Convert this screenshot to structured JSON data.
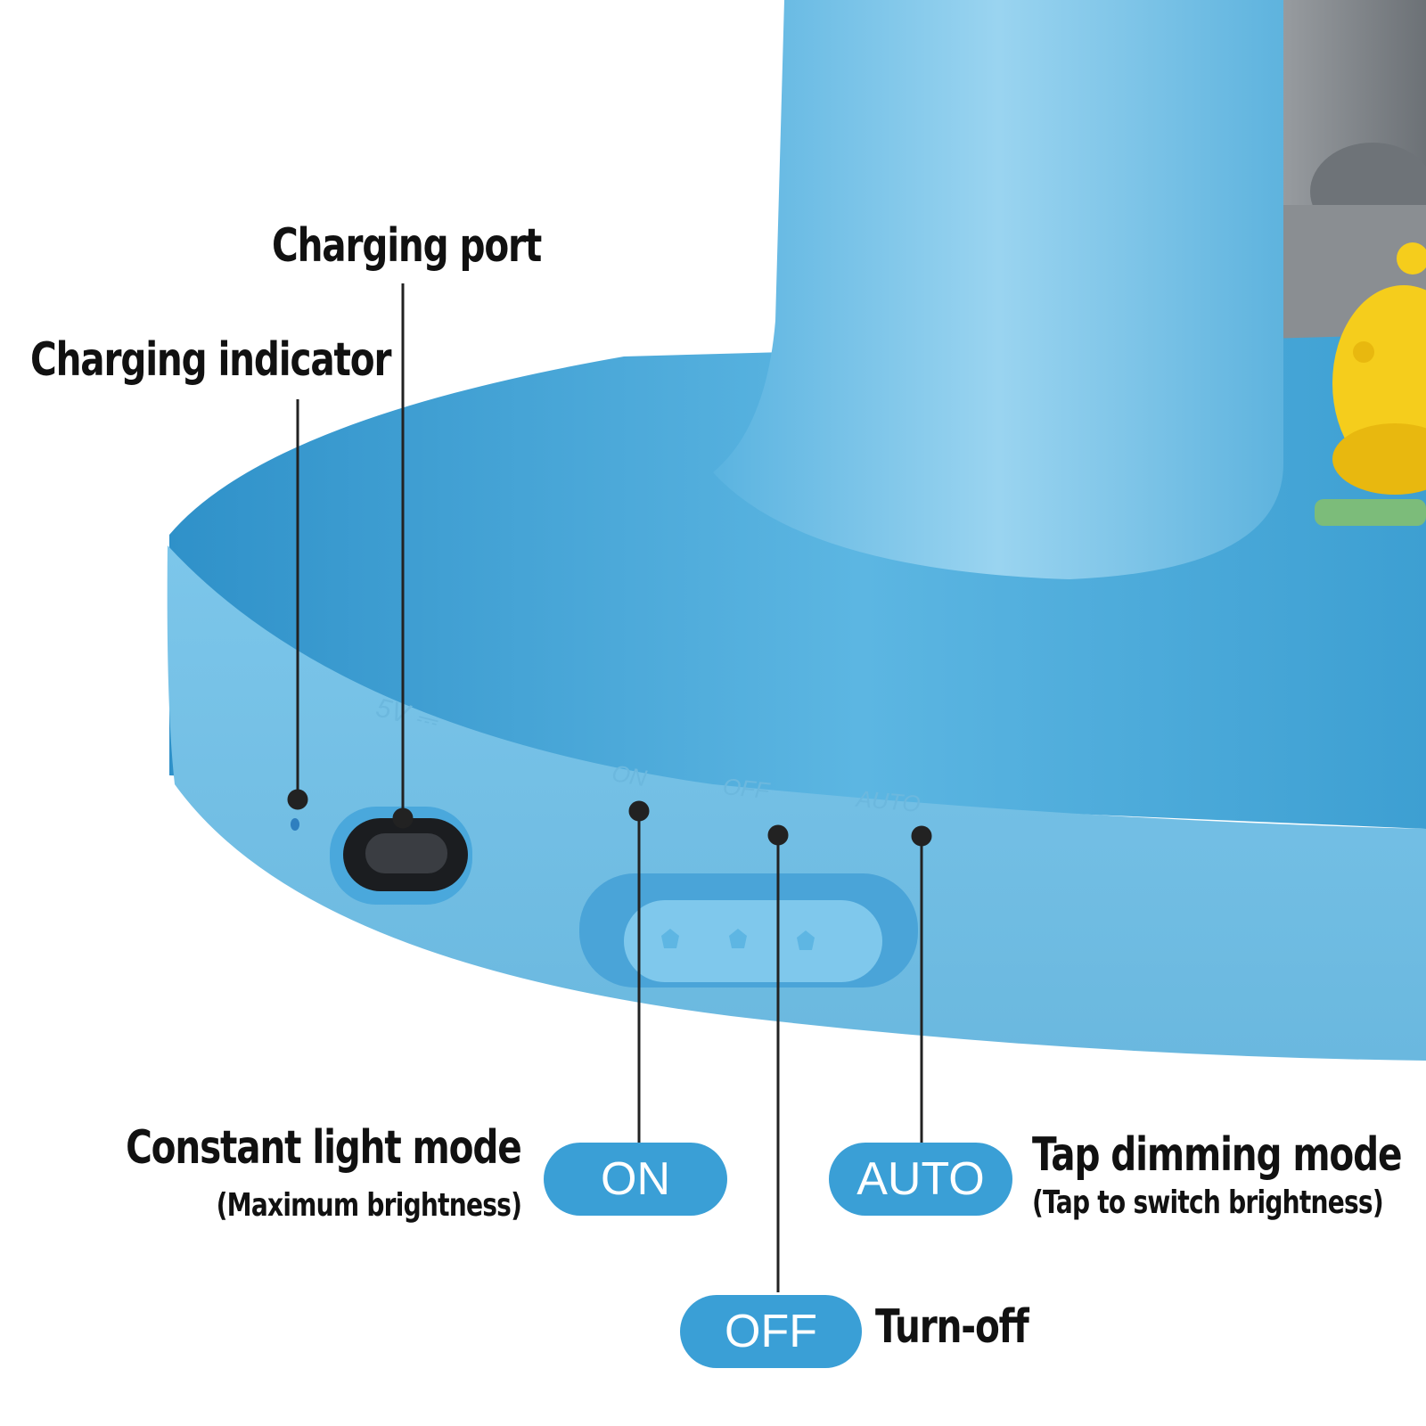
{
  "labels": {
    "charging_port": "Charging port",
    "charging_indicator": "Charging indicator",
    "constant_light_mode": "Constant light mode",
    "constant_light_sub": "(Maximum brightness)",
    "tap_dimming_mode": "Tap dimming mode",
    "tap_dimming_sub": "(Tap to switch brightness)",
    "turn_off": "Turn-off"
  },
  "switch": {
    "on": "ON",
    "off": "OFF",
    "auto": "AUTO"
  },
  "colors": {
    "lamp_blue": "#4aaee0",
    "pill_blue": "#3a9fd6",
    "text": "#111111"
  }
}
